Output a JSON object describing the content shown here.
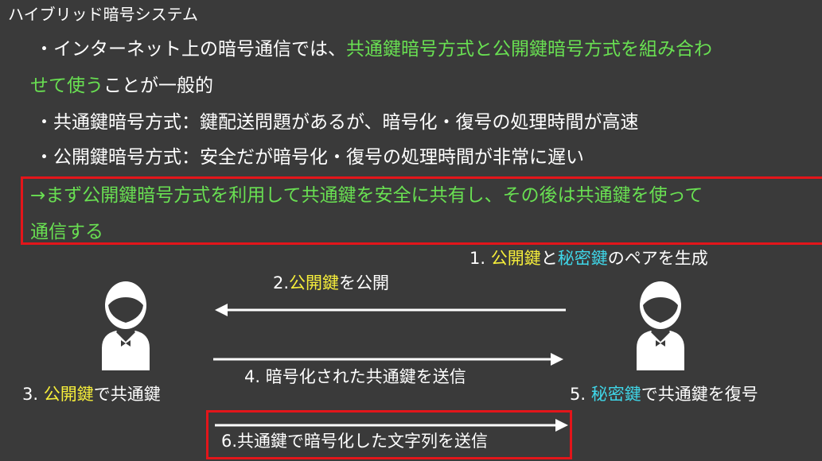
{
  "slide": {
    "title": "ハイブリッド暗号システム",
    "bullet1": {
      "prefix": "・インターネット上の暗号通信では、",
      "highlight_line1": "共通鍵暗号方式と公開鍵暗号方式を組み合わ",
      "highlight_line2": "せて使う",
      "suffix": "ことが一般的"
    },
    "bullet2": "・共通鍵暗号方式：鍵配送問題があるが、暗号化・復号の処理時間が高速",
    "bullet3": "・公開鍵暗号方式：安全だが暗号化・復号の処理時間が非常に遅い",
    "conclusion_line1": "→まず公開鍵暗号方式を利用して共通鍵を安全に共有し、その後は共通鍵を使って",
    "conclusion_line2": "通信する"
  },
  "diagram": {
    "step1": {
      "prefix": "1. ",
      "public_key": "公開鍵",
      "and": "と",
      "private_key": "秘密鍵",
      "suffix": "のペアを生成"
    },
    "step2": {
      "prefix": "2.",
      "public_key": "公開鍵",
      "suffix": "を公開"
    },
    "step3": {
      "prefix": "3. ",
      "public_key": "公開鍵",
      "suffix": "で共通鍵"
    },
    "step4": "4. 暗号化された共通鍵を送信",
    "step5": {
      "prefix": "5. ",
      "private_key": "秘密鍵",
      "suffix": "で共通鍵を復号"
    },
    "step6": "6.共通鍵で暗号化した文字列を送信"
  },
  "colors": {
    "background": "#3a3a3a",
    "highlight_green": "#69e052",
    "public_key_yellow": "#f6ee3a",
    "private_key_cyan": "#3fd6e8",
    "box_red": "#e3151a"
  },
  "icons": [
    "person-icon-left",
    "person-icon-right"
  ]
}
